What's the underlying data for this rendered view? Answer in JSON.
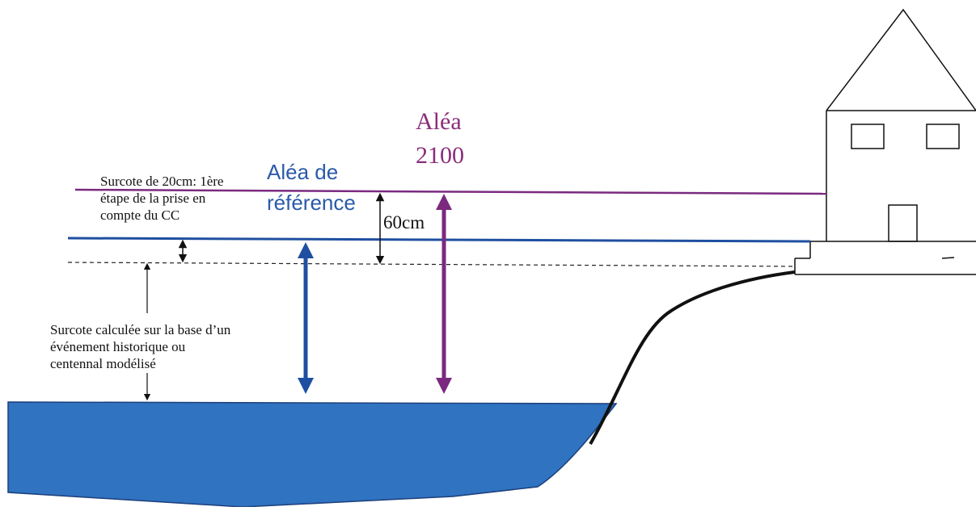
{
  "labels": {
    "alea_2100": "Aléa\n2100",
    "alea_reference": "Aléa de\nréférence",
    "delta_60cm": "60cm",
    "surcote_20cm": "Surcote de 20cm: 1ère\nétape de la prise en\ncompte du CC",
    "surcote_calculee": "Surcote calculée sur la base d’un\névénement historique ou\ncentennal modélisé"
  },
  "colors": {
    "water": "#2f73c1",
    "reference_line": "#1f4fa0",
    "alea_2100_line": "#7a2a7f",
    "alea_2100_text": "#8b2d7a",
    "alea_reference_text": "#2a5aa8",
    "ink": "#111111"
  }
}
